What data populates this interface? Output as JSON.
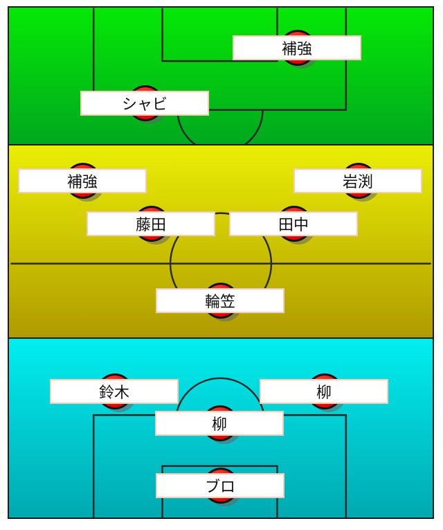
{
  "colors": {
    "attack_zone": "#00cc10",
    "midfield_zone": "#d8d600",
    "defense_zone": "#00d6dc",
    "player_marker": "#ff0000",
    "label_border": "#f3cdb8"
  },
  "zones": {
    "top": {
      "players": [
        {
          "name": "補強"
        },
        {
          "name": "シャビ"
        }
      ]
    },
    "middle": {
      "players": [
        {
          "name": "補強"
        },
        {
          "name": "岩渕"
        },
        {
          "name": "藤田"
        },
        {
          "name": "田中"
        },
        {
          "name": "輪笠"
        }
      ]
    },
    "bottom": {
      "players": [
        {
          "name": "鈴木"
        },
        {
          "name": "柳"
        },
        {
          "name": "柳"
        },
        {
          "name": "ブロ"
        }
      ]
    }
  }
}
